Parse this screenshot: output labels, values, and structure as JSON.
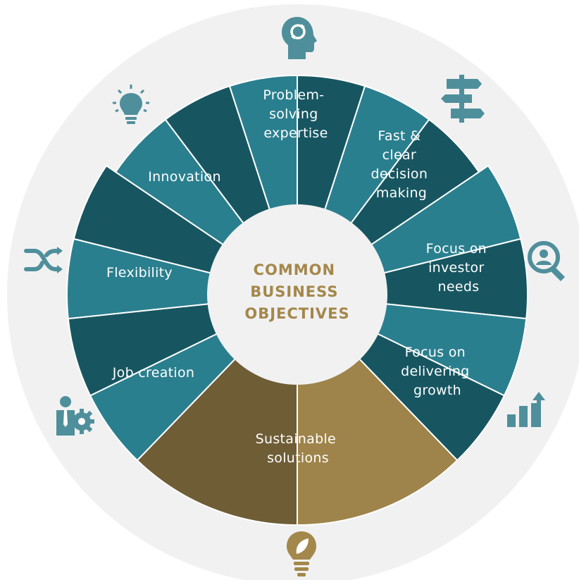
{
  "center": {
    "lines": [
      "COMMON",
      "BUSINESS",
      "OBJECTIVES"
    ]
  },
  "colors": {
    "teal_light": "#2a7f8e",
    "teal_dark": "#175661",
    "gold_light": "#9e844a",
    "gold_dark": "#6f5d36",
    "outer_ring": "#f1f1f2",
    "center_fill": "#f1f1f2",
    "center_text": "#a4874a",
    "icon_teal": "#4f8f9b",
    "icon_gold": "#a4874a"
  },
  "segments": [
    {
      "id": "problem-solving-expertise",
      "lines": [
        "Problem-",
        "solving",
        "expertise"
      ],
      "icon": "head-gears-icon"
    },
    {
      "id": "fast-clear-decision-making",
      "lines": [
        "Fast &",
        "clear",
        "decision",
        "making"
      ],
      "icon": "signpost-icon"
    },
    {
      "id": "focus-on-investor-needs",
      "lines": [
        "Focus on",
        "investor",
        "needs"
      ],
      "icon": "person-search-icon"
    },
    {
      "id": "focus-on-delivering-growth",
      "lines": [
        "Focus on",
        "delivering",
        "growth"
      ],
      "icon": "growth-chart-icon"
    },
    {
      "id": "sustainable-solutions",
      "lines": [
        "Sustainable",
        "solutions"
      ],
      "icon": "leaf-bulb-icon"
    },
    {
      "id": "job-creation",
      "lines": [
        "Job creation"
      ],
      "icon": "worker-gear-icon"
    },
    {
      "id": "flexibility",
      "lines": [
        "Flexibility"
      ],
      "icon": "shuffle-icon"
    },
    {
      "id": "innovation",
      "lines": [
        "Innovation"
      ],
      "icon": "lightbulb-icon"
    }
  ]
}
